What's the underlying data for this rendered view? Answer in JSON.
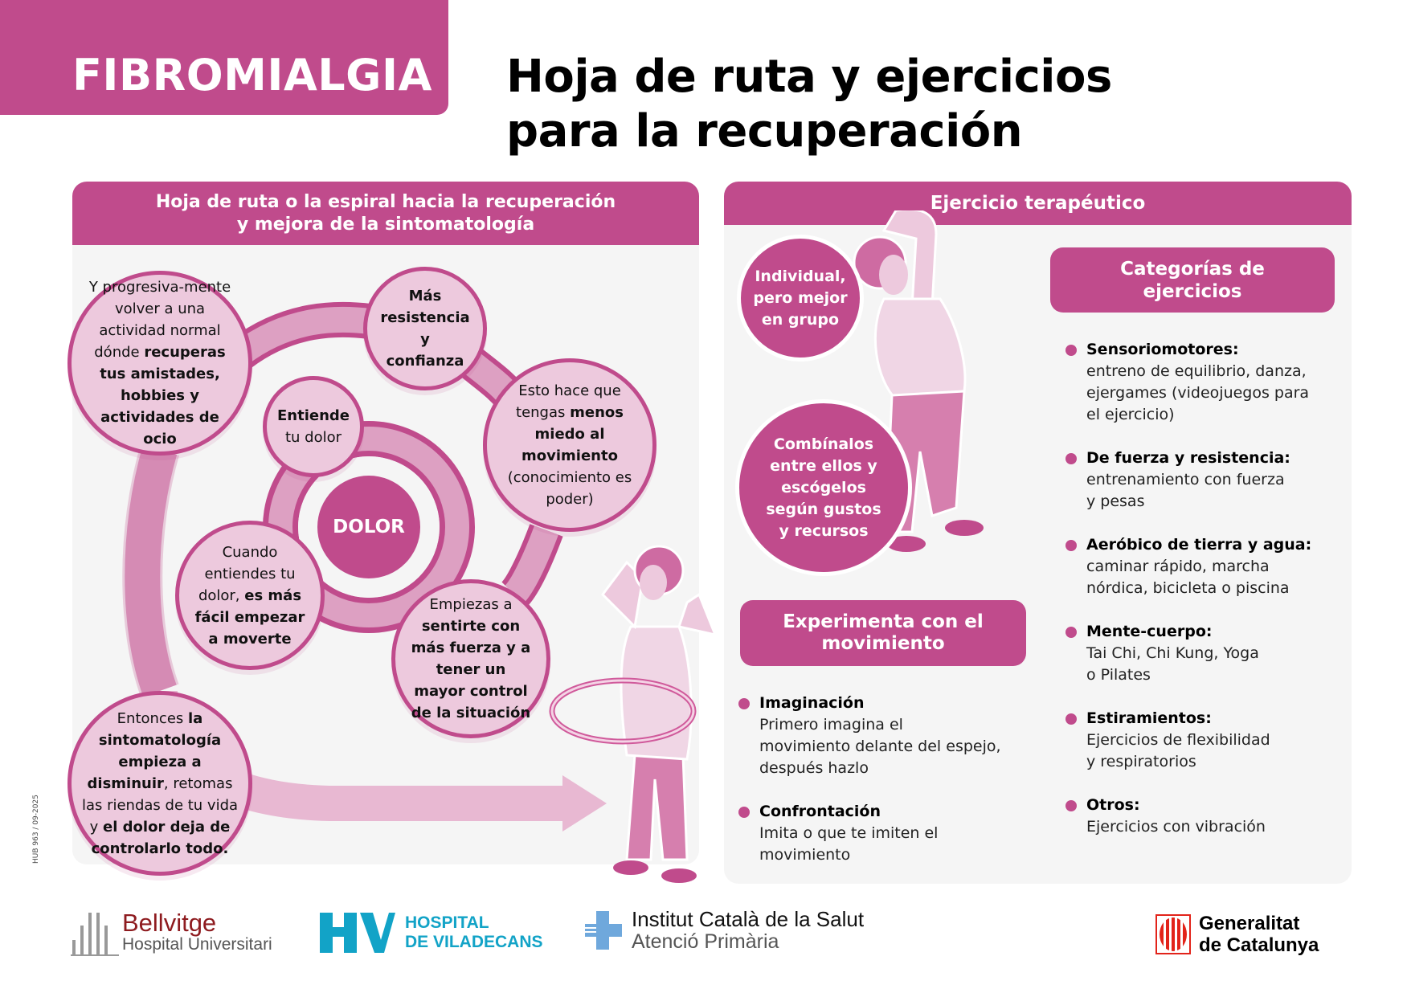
{
  "header": {
    "brand": "FIBROMIALGIA",
    "title_line1": "Hoja de ruta y ejercicios",
    "title_line2": "para la recuperación"
  },
  "left_panel": {
    "title_line1": "Hoja de ruta o la espiral hacia la recuperación",
    "title_line2": "y mejora de la sintomatología",
    "center_label": "DOLOR",
    "steps": [
      {
        "id": "entiende",
        "segments": [
          {
            "t": "Entiende",
            "b": true
          },
          {
            "t": " tu dolor",
            "b": false
          }
        ]
      },
      {
        "id": "cuando",
        "segments": [
          {
            "t": "Cuando entiendes tu dolor, ",
            "b": false
          },
          {
            "t": "es más fácil empezar a moverte",
            "b": true
          }
        ]
      },
      {
        "id": "empiezas",
        "segments": [
          {
            "t": "Empiezas a ",
            "b": false
          },
          {
            "t": "sentirte con más fuerza y a tener un mayor control de la situación",
            "b": true
          }
        ]
      },
      {
        "id": "esto",
        "segments": [
          {
            "t": "Esto hace que tengas ",
            "b": false
          },
          {
            "t": "menos miedo al movimiento",
            "b": true
          },
          {
            "t": " (conocimiento es poder)",
            "b": false
          }
        ]
      },
      {
        "id": "mas",
        "segments": [
          {
            "t": "Más resistencia y confianza",
            "b": true
          }
        ]
      },
      {
        "id": "progresiva",
        "segments": [
          {
            "t": "Y progresiva-mente volver a una actividad normal dónde ",
            "b": false
          },
          {
            "t": "recuperas tus amistades, hobbies y actividades de ocio",
            "b": true
          }
        ]
      },
      {
        "id": "entonces",
        "segments": [
          {
            "t": "Entonces ",
            "b": false
          },
          {
            "t": "la sintomatología empieza a disminuir",
            "b": true
          },
          {
            "t": ", retomas las riendas de tu vida y ",
            "b": false
          },
          {
            "t": "el dolor deja de controlarlo todo.",
            "b": true
          }
        ]
      }
    ]
  },
  "right_panel": {
    "title": "Ejercicio terapéutico",
    "bubble_individual": "Individual, pero mejor en grupo",
    "bubble_combine": "Combínalos entre ellos y escógelos según gustos y recursos",
    "experiment": {
      "title": "Experimenta con el movimiento",
      "items": [
        {
          "title": "Imaginación",
          "desc": "Primero imagina el\nmovimiento delante del espejo,\ndespués hazlo"
        },
        {
          "title": "Confrontación",
          "desc": "Imita o que te imiten el\nmovimiento"
        }
      ]
    },
    "categories": {
      "title": "Categorías de ejercicios",
      "items": [
        {
          "title": "Sensoriomotores:",
          "desc": "entreno de equilibrio, danza,\nejergames (videojuegos para\nel ejercicio)"
        },
        {
          "title": "De fuerza y resistencia:",
          "desc": "entrenamiento con fuerza\ny pesas"
        },
        {
          "title": "Aeróbico de tierra y agua:",
          "desc": "caminar rápido, marcha\nnórdica, bicicleta o piscina"
        },
        {
          "title": "Mente-cuerpo:",
          "desc": "Tai Chi, Chi Kung, Yoga\no Pilates"
        },
        {
          "title": "Estiramientos:",
          "desc": "Ejercicios de flexibilidad\ny respiratorios"
        },
        {
          "title": "Otros:",
          "desc": "Ejercicios con vibración"
        }
      ]
    }
  },
  "doc_code": "HUB 963 / 09-2025",
  "footer": {
    "bellvitge_name": "Bellvitge",
    "bellvitge_sub": "Hospital Universitari",
    "viladecans_line1": "HOSPITAL",
    "viladecans_line2": "DE VILADECANS",
    "ics_line1": "Institut Català de la Salut",
    "ics_line2": "Atenció Primària",
    "gen_line1": "Generalitat",
    "gen_line2": "de Catalunya"
  },
  "colors": {
    "primary": "#C04B8C",
    "bubble_fill": "#EDC9DD",
    "panel_bg": "#F5F5F5",
    "bellvitge_red": "#8E1B1F",
    "viladecans_blue": "#12A3C7",
    "ics_blue": "#6FA8DC",
    "generalitat_red": "#E2231A"
  }
}
